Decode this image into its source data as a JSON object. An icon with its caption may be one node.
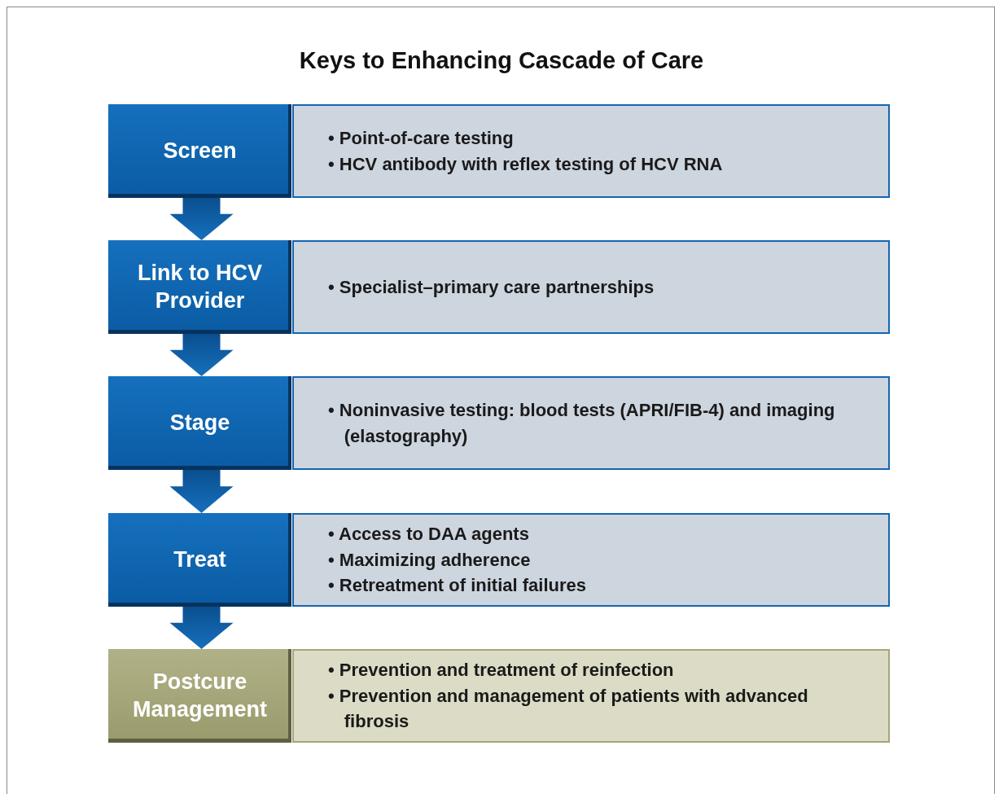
{
  "diagram": {
    "title": "Keys to Enhancing Cascade of Care",
    "nodes": [
      {
        "text": [
          "Screen"
        ]
      },
      {
        "text": [
          "• Point-of-care testing",
          "• HCV antibody with reflex testing of HCV RNA"
        ]
      },
      {
        "text": [
          "Link to HCV Provider"
        ]
      },
      {
        "text": [
          "• Specialist–primary care partnerships"
        ]
      },
      {
        "text": [
          "Stage"
        ]
      },
      {
        "text": [
          "• Noninvasive testing: blood tests (APRI/FIB-4) and imaging (elastography)"
        ]
      },
      {
        "text": [
          "Treat"
        ]
      },
      {
        "text": [
          "• Access to DAA agents",
          "• Maximizing adherence",
          "• Retreatment of initial failures"
        ]
      },
      {
        "text": [
          "Postcure Management"
        ]
      },
      {
        "text": [
          "• Prevention and treatment of reinfection",
          "• Prevention and management of patients with advanced fibrosis"
        ]
      }
    ],
    "edges": [
      {
        "from": 0,
        "to": 2,
        "arrow": "to"
      },
      {
        "from": 2,
        "to": 4,
        "arrow": "to"
      },
      {
        "from": 4,
        "to": 6,
        "arrow": "to"
      },
      {
        "from": 6,
        "to": 8,
        "arrow": "to"
      }
    ]
  }
}
